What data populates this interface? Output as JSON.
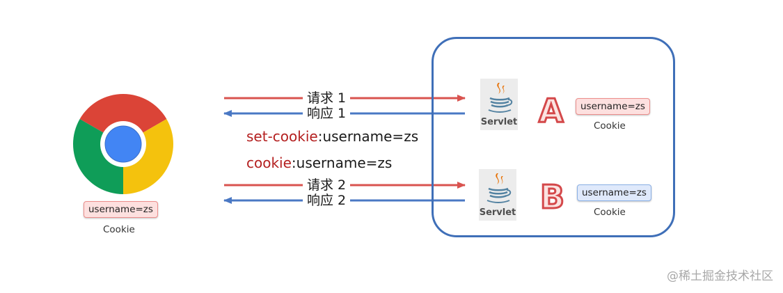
{
  "browser": {
    "icon": "chrome-browser-icon",
    "cookie": {
      "value": "username=zs",
      "caption": "Cookie"
    }
  },
  "messages": [
    {
      "id": "request-1",
      "label": "请求 1",
      "direction": "to-server"
    },
    {
      "id": "response-1",
      "label": "响应 1",
      "direction": "to-browser"
    },
    {
      "id": "request-2",
      "label": "请求 2",
      "direction": "to-server"
    },
    {
      "id": "response-2",
      "label": "响应 2",
      "direction": "to-browser"
    }
  ],
  "headers": {
    "set_cookie": {
      "name": "set-cookie",
      "value": ":username=zs"
    },
    "cookie": {
      "name": "cookie",
      "value": ":username=zs"
    }
  },
  "servlets": [
    {
      "letter": "A",
      "label": "Servlet",
      "cookie": {
        "value": "username=zs",
        "caption": "Cookie",
        "style": "red"
      }
    },
    {
      "letter": "B",
      "label": "Servlet",
      "cookie": {
        "value": "username=zs",
        "caption": "Cookie",
        "style": "blue"
      }
    }
  ],
  "watermark": "@稀土掘金技术社区",
  "colors": {
    "request_arrow": "#d9534f",
    "response_arrow": "#4a78c4",
    "server_border": "#3f6fb8",
    "header_name": "#b41f1f"
  }
}
